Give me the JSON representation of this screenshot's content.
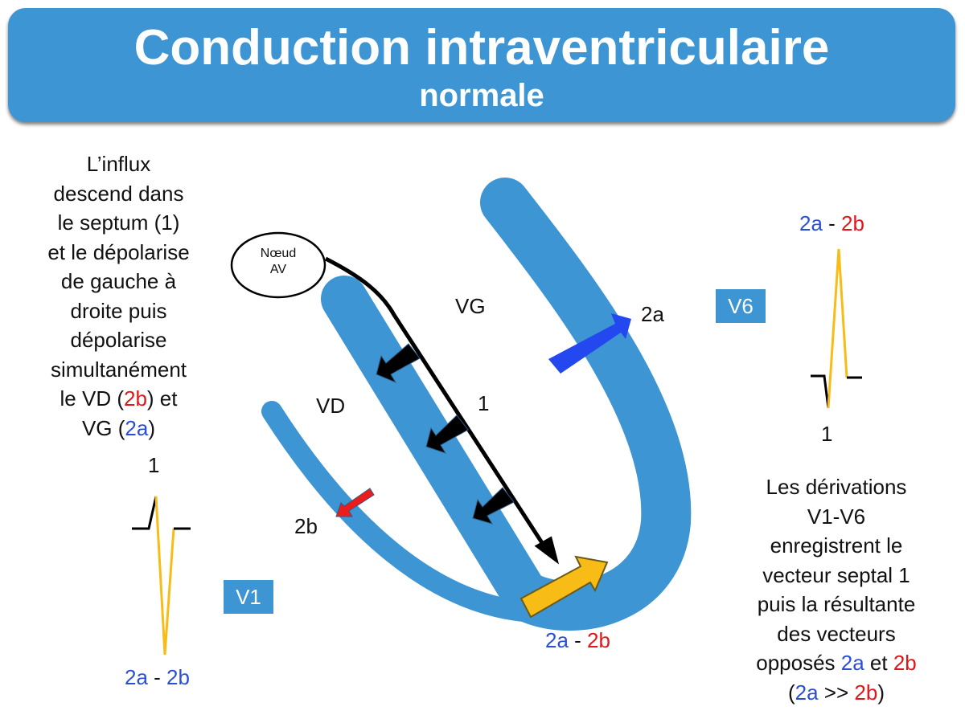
{
  "title": {
    "line1": "Conduction intraventriculaire",
    "line2": "normale"
  },
  "left_text": {
    "lines": [
      "L’influx",
      "descend dans",
      "le septum (1)",
      "et le dépolarise",
      "de gauche à",
      "droite puis",
      "dépolarise",
      "simultanément"
    ],
    "l9_a": "le VD (",
    "l9_b": "2b",
    "l9_c": ") et",
    "l10_a": "VG (",
    "l10_b": "2a",
    "l10_c": ")"
  },
  "right_text": {
    "lines": [
      "Les dérivations",
      "V1-V6",
      "enregistrent le",
      "vecteur septal 1",
      "puis la résultante",
      "des vecteurs"
    ],
    "l7_a": "opposés ",
    "l7_b": "2a",
    "l7_c": " et ",
    "l7_d": "2b",
    "l8_a": "(",
    "l8_b": "2a",
    "l8_c": " >> ",
    "l8_d": "2b",
    "l8_e": ")"
  },
  "diagram": {
    "node": {
      "line1": "Nœud",
      "line2": "AV"
    },
    "vg": "VG",
    "vd": "VD",
    "septal": "1",
    "label_2a": "2a",
    "label_2b": "2b",
    "bottom": {
      "a": "2a",
      "sep": " - ",
      "b": "2b"
    }
  },
  "v1": {
    "lead": "V1",
    "top": "1",
    "bottom": {
      "a": "2a",
      "sep": " - ",
      "b": "2b"
    }
  },
  "v6": {
    "lead": "V6",
    "top": {
      "a": "2a",
      "sep": " - ",
      "b": "2b"
    },
    "bottom": "1"
  },
  "colors": {
    "accent": "#3d95d3",
    "blue": "#2a4fd6",
    "red": "#e0161b",
    "yellow": "#f7bd16"
  }
}
